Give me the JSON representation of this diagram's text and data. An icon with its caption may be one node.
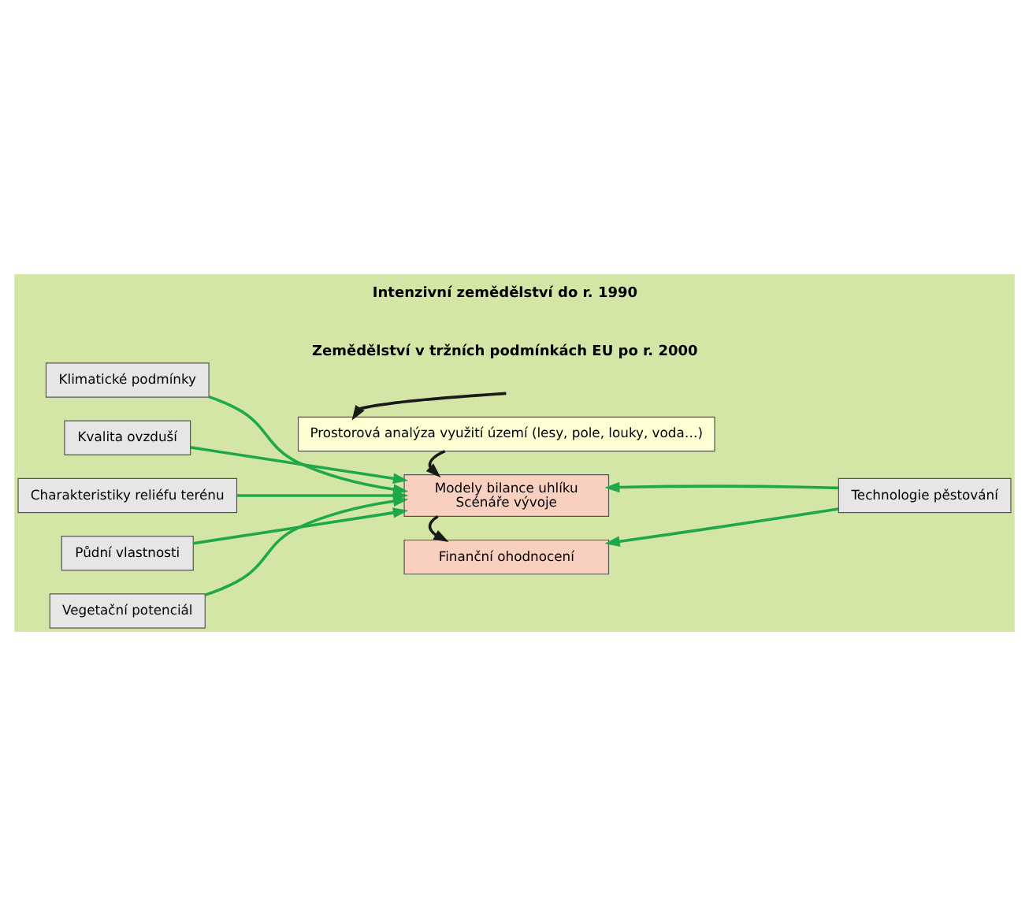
{
  "diagram": {
    "nodes": [
      {
        "text": [
          "Klimatické podmínky"
        ]
      },
      {
        "text": [
          "Kvalita ovzduší"
        ]
      },
      {
        "text": [
          "Charakteristiky reliéfu terénu"
        ]
      },
      {
        "text": [
          "Půdní vlastnosti"
        ]
      },
      {
        "text": [
          "Vegetační potenciál"
        ]
      },
      {
        "text": [
          "Prostorová analýza využití území (lesy, pole, louky, voda…)"
        ]
      },
      {
        "text": [
          "Modely bilance uhlíku",
          "Scénáře vývoje"
        ]
      },
      {
        "text": [
          "Finanční ohodnocení"
        ]
      },
      {
        "text": [
          "Technologie pěstování"
        ]
      }
    ],
    "edges": [
      {
        "from": null,
        "to": 5,
        "arrow": "to",
        "color": "#1a1a1a"
      },
      {
        "from": 5,
        "to": 6,
        "arrow": "to",
        "color": "#1a1a1a"
      },
      {
        "from": 6,
        "to": 7,
        "arrow": "to",
        "color": "#1a1a1a"
      },
      {
        "from": 0,
        "to": 6,
        "arrow": "to"
      },
      {
        "from": 1,
        "to": 6,
        "arrow": "to"
      },
      {
        "from": 2,
        "to": 6,
        "arrow": "to"
      },
      {
        "from": 3,
        "to": 6,
        "arrow": "to"
      },
      {
        "from": 4,
        "to": 6,
        "arrow": "to"
      },
      {
        "from": 8,
        "to": 6,
        "arrow": "to"
      },
      {
        "from": 8,
        "to": 7,
        "arrow": "to"
      }
    ],
    "labels": [
      "Intenzivní zemědělství do r. 1990",
      "Zemědělství v tržních podmínkách EU po r. 2000"
    ]
  }
}
